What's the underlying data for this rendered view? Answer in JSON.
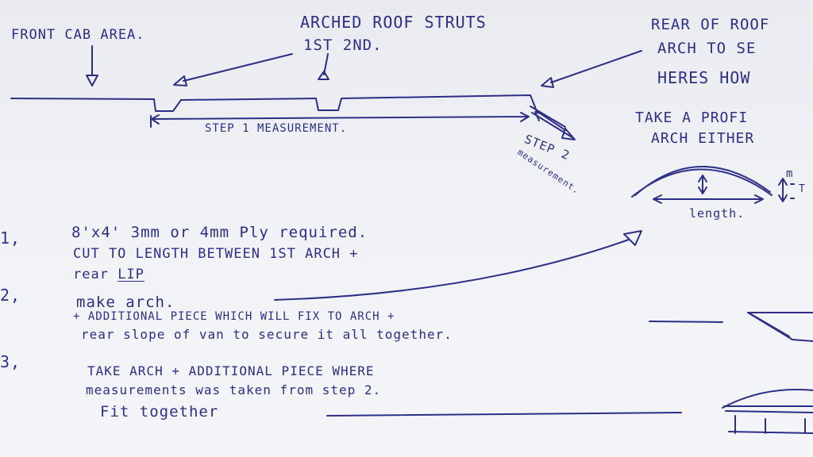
{
  "colors": {
    "ink": "#2c2f86",
    "paper": "#f1f2f6"
  },
  "labels": {
    "front_cab": "Front Cab Area.",
    "arched_struts": "Arched Roof Struts",
    "struts_order": "1st 2nd.",
    "rear_roof": "Rear of Roof",
    "arch_to": "Arch to se",
    "heres": "Heres How",
    "step1": "Step 1 measurement.",
    "step2": "Step 2",
    "step2_meas": "measurement.",
    "take_profile": "Take a Profi",
    "arch_either": "Arch Either",
    "length": "length.",
    "m_cut": "m",
    "t_cut": "t"
  },
  "steps": [
    {
      "marker": "1,",
      "lines": [
        "8'x4' 3mm or 4mm Ply required.",
        "Cut to length between 1st arch +",
        "rear "
      ],
      "emphasis": "LIP"
    },
    {
      "marker": "2,",
      "lines": [
        "make arch.",
        "+ Additional piece which will fix to arch +",
        "rear slope of van to secure it all together."
      ]
    },
    {
      "marker": "3,",
      "lines": [
        "Take arch + additional piece where",
        "measurements was taken from step 2.",
        "Fit together"
      ]
    }
  ]
}
